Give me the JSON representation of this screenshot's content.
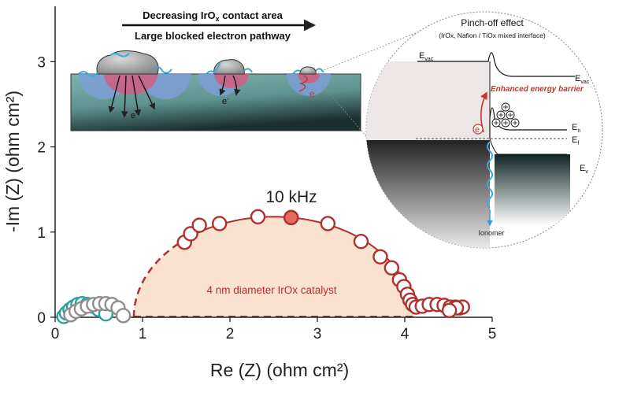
{
  "chart_data": {
    "type": "scatter",
    "xlabel": "Re (Z) (ohm cm²)",
    "ylabel": "-Im (Z) (ohm cm²)",
    "xlim": [
      0,
      5
    ],
    "ylim": [
      0,
      3.65
    ],
    "xticks": [
      "0",
      "1",
      "2",
      "3",
      "4",
      "5"
    ],
    "yticks": [
      "0",
      "1",
      "2",
      "3"
    ],
    "annotation": "10 kHz",
    "fit_label": "4 nm diameter IrOx catalyst",
    "series": [
      {
        "color": "#2aa198",
        "x": [
          0.1,
          0.13,
          0.17,
          0.21,
          0.26,
          0.31,
          0.37,
          0.43,
          0.5,
          0.58
        ],
        "y": [
          0.01,
          0.05,
          0.09,
          0.12,
          0.15,
          0.16,
          0.15,
          0.13,
          0.09,
          0.04
        ]
      },
      {
        "color": "#8e8e8e",
        "x": [
          0.18,
          0.24,
          0.3,
          0.37,
          0.44,
          0.51,
          0.58,
          0.65,
          0.72,
          0.78
        ],
        "y": [
          0.03,
          0.07,
          0.1,
          0.13,
          0.15,
          0.16,
          0.16,
          0.15,
          0.11,
          0.02
        ]
      },
      {
        "color": "#b03030",
        "x": [
          1.48,
          1.55,
          1.65,
          1.88,
          2.32,
          2.7,
          3.12,
          3.5,
          3.72,
          3.85,
          3.94,
          3.99,
          4.03,
          4.06,
          4.09,
          4.13,
          4.2,
          4.28,
          4.37,
          4.45,
          4.52,
          4.58,
          4.63,
          4.66,
          4.59,
          4.51
        ],
        "y": [
          0.88,
          0.98,
          1.08,
          1.1,
          1.18,
          1.17,
          1.1,
          0.89,
          0.71,
          0.58,
          0.44,
          0.36,
          0.27,
          0.2,
          0.15,
          0.12,
          0.13,
          0.15,
          0.15,
          0.14,
          0.12,
          0.12,
          0.11,
          0.12,
          0.11,
          0.08
        ]
      }
    ],
    "highlight_point": {
      "x": 2.7,
      "y": 1.17,
      "color": "#e46a62"
    },
    "fit": {
      "x_start": 0.9,
      "x_end": 4.1,
      "peak": 1.18,
      "color": "#b03030",
      "fill": "#fbe2d0"
    }
  },
  "inset_top": {
    "title_line1": "Decreasing IrO",
    "title_sub1": "x",
    "title_line1_tail": " contact area",
    "title_line2": "Large blocked electron pathway",
    "electron_label": "e",
    "electron_sup": "-"
  },
  "inset_energy": {
    "title": "Pinch-off effect",
    "subtitle": "(IrOx, Nafion / TiOx mixed interface)",
    "e_vac": "E",
    "e_vac_sub": "vac",
    "e_vac_right": "E",
    "e_vac_right_sub": "vac",
    "barrier_label": "Enhanced energy barrier",
    "e_fn": "E",
    "e_fn_sub": "n",
    "e_f": "E",
    "e_f_sub": "f",
    "e_v": "E",
    "e_v_sub": "v",
    "ionomer": "Ionomer",
    "electron_label": "e"
  }
}
